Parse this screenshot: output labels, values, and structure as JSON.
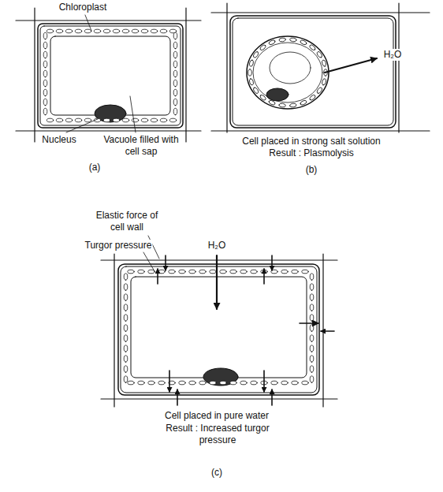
{
  "diagram": {
    "labels": [
      "Chloroplast",
      "Nucleus",
      "Vacuole filled with cell sap",
      "(a)",
      "H₂O",
      "Cell placed in strong salt solution",
      "Result : Plasmolysis",
      "(b)",
      "Elastic force of cell wall",
      "Turgor pressure",
      "H₂O",
      "Cell placed in pure water",
      "Result : Increased turgor pressure",
      "(c)"
    ]
  }
}
